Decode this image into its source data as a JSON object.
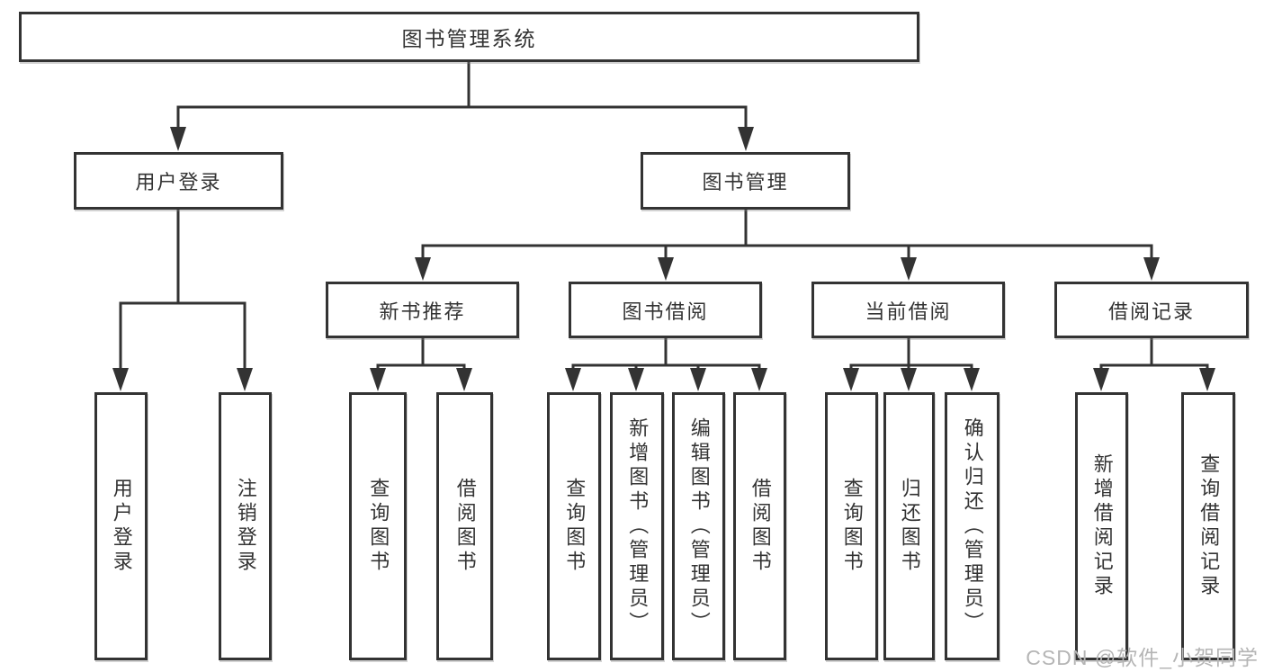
{
  "tree": {
    "root": {
      "label": "图书管理系统",
      "children": [
        {
          "label": "用户登录",
          "children": [
            {
              "label": "用户登录"
            },
            {
              "label": "注销登录"
            }
          ]
        },
        {
          "label": "图书管理",
          "children": [
            {
              "label": "新书推荐",
              "children": [
                {
                  "label": "查询图书"
                },
                {
                  "label": "借阅图书"
                }
              ]
            },
            {
              "label": "图书借阅",
              "children": [
                {
                  "label": "查询图书"
                },
                {
                  "label": "新增图书（管理员）"
                },
                {
                  "label": "编辑图书（管理员）"
                },
                {
                  "label": "借阅图书"
                }
              ]
            },
            {
              "label": "当前借阅",
              "children": [
                {
                  "label": "查询图书"
                },
                {
                  "label": "归还图书"
                },
                {
                  "label": "确认归还（管理员）"
                }
              ]
            },
            {
              "label": "借阅记录",
              "children": [
                {
                  "label": "新增借阅记录"
                },
                {
                  "label": "查询借阅记录"
                }
              ]
            }
          ]
        }
      ]
    }
  },
  "watermark": {
    "text": "CSDN @软件_小贺同学"
  },
  "colors": {
    "line": "#333333",
    "box_border": "#333333",
    "box_background": "#ffffff",
    "text": "#333333",
    "watermark": "#b5b5b5",
    "page_background": "#ffffff"
  }
}
